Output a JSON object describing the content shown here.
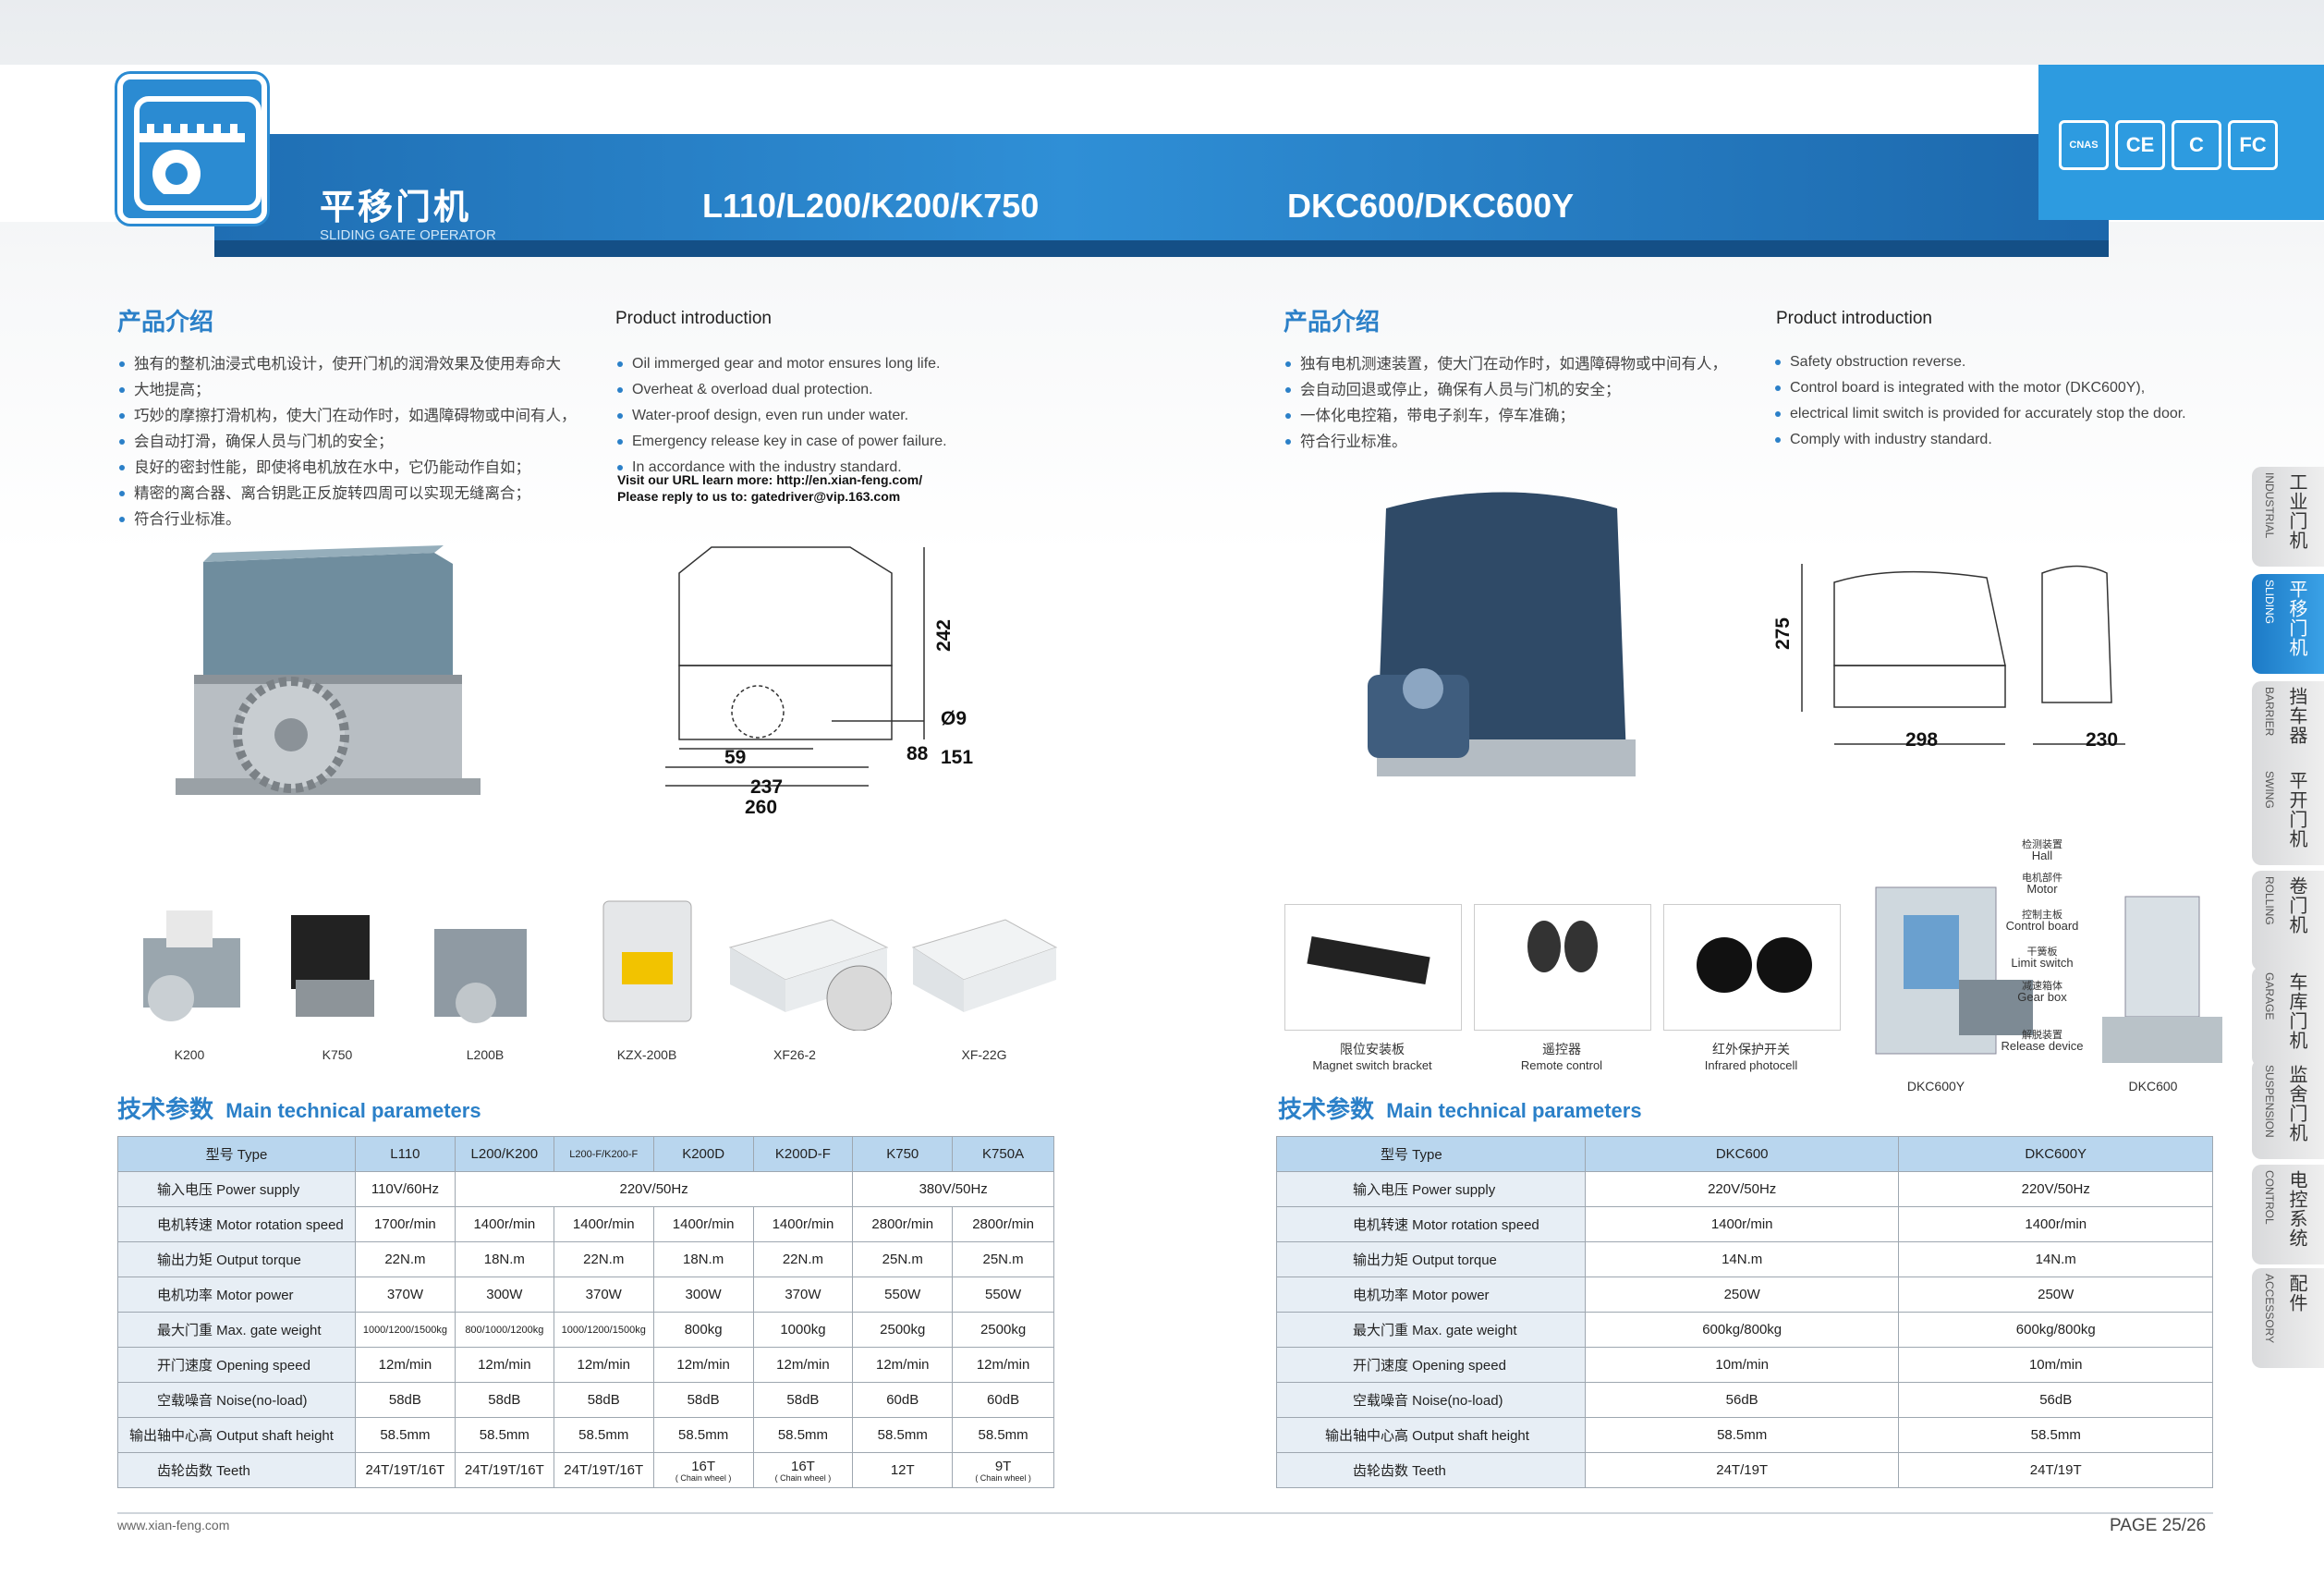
{
  "header": {
    "title_cn": "平移门机",
    "title_en": "SLIDING GATE OPERATOR",
    "models_left": "L110/L200/K200/K750",
    "models_right": "DKC600/DKC600Y",
    "certs": [
      "CNAS",
      "CE",
      "C",
      "FC"
    ]
  },
  "left": {
    "intro_cn_title": "产品介绍",
    "intro_en_title": "Product introduction",
    "intro_cn": [
      "独有的整机油浸式电机设计，使开门机的润滑效果及使用寿命大",
      "大地提高；",
      "巧妙的摩擦打滑机构，使大门在动作时，如遇障碍物或中间有人，",
      "会自动打滑，确保人员与门机的安全；",
      "良好的密封性能，即使将电机放在水中，它仍能动作自如；",
      "精密的离合器、离合钥匙正反旋转四周可以实现无缝离合；",
      "符合行业标准。"
    ],
    "intro_en": [
      "Oil immerged gear and motor ensures long life.",
      "Overheat & overload dual protection.",
      "Water-proof design, even run under water.",
      "Emergency release key in case of power failure.",
      "In accordance with the industry standard."
    ],
    "url_line1": "Visit our URL learn more: http://en.xian-feng.com/",
    "url_line2": "Please reply to us to: gatedriver@vip.163.com",
    "dims": {
      "h": "242",
      "d9": "Ø9",
      "w59": "59",
      "w88": "88",
      "w151": "151",
      "w237": "237",
      "w260": "260"
    },
    "thumbs": [
      "K200",
      "K750",
      "L200B",
      "KZX-200B",
      "XF26-2",
      "XF-22G"
    ],
    "tech_title_cn": "技术参数",
    "tech_title_en": "Main technical parameters",
    "table": {
      "header": [
        "型号",
        "Type",
        "L110",
        "L200/K200",
        "L200-F/K200-F",
        "K200D",
        "K200D-F",
        "K750",
        "K750A"
      ],
      "rows": [
        {
          "cn": "输入电压",
          "en": "Power supply",
          "cells": [
            "110V/60Hz",
            "220V/50Hz",
            "380V/50Hz"
          ]
        },
        {
          "cn": "电机转速",
          "en": "Motor rotation speed",
          "cells": [
            "1700r/min",
            "1400r/min",
            "1400r/min",
            "1400r/min",
            "1400r/min",
            "2800r/min",
            "2800r/min"
          ]
        },
        {
          "cn": "输出力矩",
          "en": "Output torque",
          "cells": [
            "22N.m",
            "18N.m",
            "22N.m",
            "18N.m",
            "22N.m",
            "25N.m",
            "25N.m"
          ]
        },
        {
          "cn": "电机功率",
          "en": "Motor power",
          "cells": [
            "370W",
            "300W",
            "370W",
            "300W",
            "370W",
            "550W",
            "550W"
          ]
        },
        {
          "cn": "最大门重",
          "en": "Max. gate weight",
          "cells": [
            "1000/1200/1500kg",
            "800/1000/1200kg",
            "1000/1200/1500kg",
            "800kg",
            "1000kg",
            "2500kg",
            "2500kg"
          ]
        },
        {
          "cn": "开门速度",
          "en": "Opening speed",
          "cells": [
            "12m/min",
            "12m/min",
            "12m/min",
            "12m/min",
            "12m/min",
            "12m/min",
            "12m/min"
          ]
        },
        {
          "cn": "空载噪音",
          "en": "Noise(no-load)",
          "cells": [
            "58dB",
            "58dB",
            "58dB",
            "58dB",
            "58dB",
            "60dB",
            "60dB"
          ]
        },
        {
          "cn": "输出轴中心高",
          "en": "Output shaft height",
          "cells": [
            "58.5mm",
            "58.5mm",
            "58.5mm",
            "58.5mm",
            "58.5mm",
            "58.5mm",
            "58.5mm"
          ]
        },
        {
          "cn": "齿轮齿数",
          "en": "Teeth",
          "cells": [
            "24T/19T/16T",
            "24T/19T/16T",
            "24T/19T/16T",
            "16T",
            "16T",
            "12T",
            "9T"
          ],
          "sub": "( Chain wheel )"
        }
      ]
    }
  },
  "right": {
    "intro_cn_title": "产品介绍",
    "intro_en_title": "Product introduction",
    "intro_cn": [
      "独有电机测速装置，使大门在动作时，如遇障碍物或中间有人，",
      "会自动回退或停止，确保有人员与门机的安全；",
      "一体化电控箱，带电子刹车，停车准确；",
      "符合行业标准。"
    ],
    "intro_en": [
      "Safety obstruction reverse.",
      "Control board is integrated with the motor (DKC600Y),",
      "electrical limit switch is provided for accurately stop the door.",
      "Comply with industry standard."
    ],
    "dims": {
      "h": "275",
      "w298": "298",
      "w230": "230"
    },
    "accessories": [
      {
        "cn": "限位安装板",
        "en": "Magnet switch bracket"
      },
      {
        "cn": "遥控器",
        "en": "Remote control"
      },
      {
        "cn": "红外保护开关",
        "en": "Infrared photocell"
      }
    ],
    "parts": [
      {
        "cn": "检测装置",
        "en": "Hall"
      },
      {
        "cn": "电机部件",
        "en": "Motor"
      },
      {
        "cn": "控制主板",
        "en": "Control board"
      },
      {
        "cn": "干簧板",
        "en": "Limit switch"
      },
      {
        "cn": "减速箱体",
        "en": "Gear box"
      },
      {
        "cn": "解脱装置",
        "en": "Release device"
      }
    ],
    "model_labels": [
      "DKC600Y",
      "DKC600"
    ],
    "tech_title_cn": "技术参数",
    "tech_title_en": "Main technical parameters",
    "table": {
      "header": [
        "型号",
        "Type",
        "DKC600",
        "DKC600Y"
      ],
      "rows": [
        {
          "cn": "输入电压",
          "en": "Power supply",
          "cells": [
            "220V/50Hz",
            "220V/50Hz"
          ]
        },
        {
          "cn": "电机转速",
          "en": "Motor rotation speed",
          "cells": [
            "1400r/min",
            "1400r/min"
          ]
        },
        {
          "cn": "输出力矩",
          "en": "Output torque",
          "cells": [
            "14N.m",
            "14N.m"
          ]
        },
        {
          "cn": "电机功率",
          "en": "Motor power",
          "cells": [
            "250W",
            "250W"
          ]
        },
        {
          "cn": "最大门重",
          "en": "Max. gate weight",
          "cells": [
            "600kg/800kg",
            "600kg/800kg"
          ]
        },
        {
          "cn": "开门速度",
          "en": "Opening speed",
          "cells": [
            "10m/min",
            "10m/min"
          ]
        },
        {
          "cn": "空载噪音",
          "en": "Noise(no-load)",
          "cells": [
            "56dB",
            "56dB"
          ]
        },
        {
          "cn": "输出轴中心高",
          "en": "Output shaft height",
          "cells": [
            "58.5mm",
            "58.5mm"
          ]
        },
        {
          "cn": "齿轮齿数",
          "en": "Teeth",
          "cells": [
            "24T/19T",
            "24T/19T"
          ]
        }
      ]
    }
  },
  "side_tabs": [
    {
      "cn": "工业门机",
      "en": "INDUSTRIAL"
    },
    {
      "cn": "平移门机",
      "en": "SLIDING"
    },
    {
      "cn": "挡车器",
      "en": "BARRIER"
    },
    {
      "cn": "平开门机",
      "en": "SWING"
    },
    {
      "cn": "卷门机",
      "en": "ROLLING"
    },
    {
      "cn": "车库门机",
      "en": "GARAGE"
    },
    {
      "cn": "监舍门机",
      "en": "SUSPENSION"
    },
    {
      "cn": "电控系统",
      "en": "CONTROL"
    },
    {
      "cn": "配件",
      "en": "ACCESSORY"
    }
  ],
  "footer": {
    "site": "www.xian-feng.com",
    "page": "PAGE 25/26"
  }
}
